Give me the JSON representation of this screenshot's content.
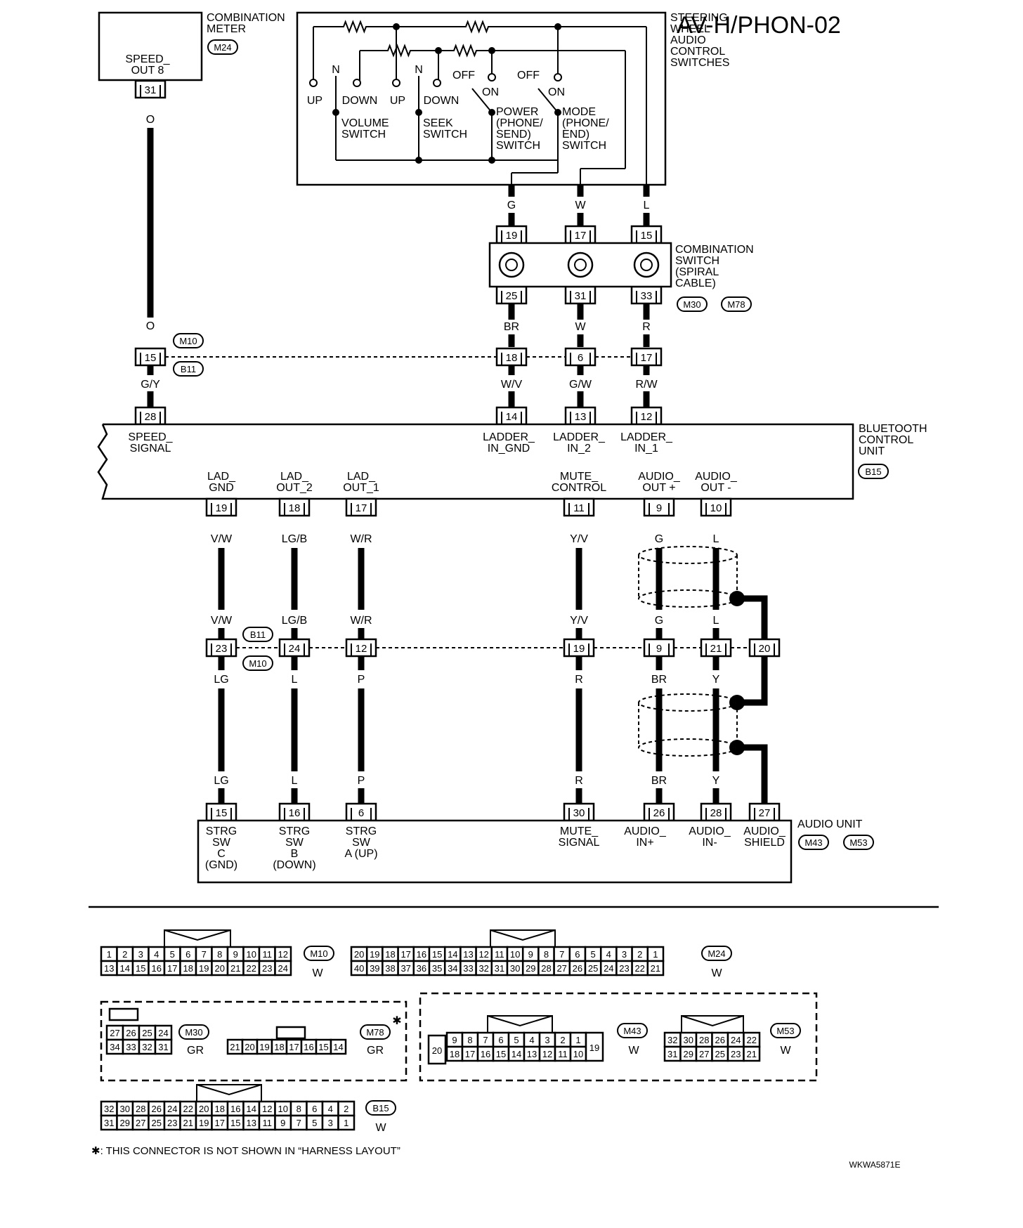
{
  "title": "AV-H/PHON-02",
  "footer_code": "WKWA5871E",
  "footnote": "✱: THIS CONNECTOR IS NOT SHOWN IN “HARNESS LAYOUT”",
  "components": {
    "combination_meter": {
      "name": "COMBINATION\nMETER",
      "connector": "M24",
      "terminal_name": "SPEED_\nOUT 8",
      "pin": "31",
      "wire_out": "O"
    },
    "steering_switches": {
      "name": "STEERING\nWHEEL\nAUDIO\nCONTROL\nSWITCHES",
      "volume": {
        "label": "VOLUME\nSWITCH",
        "pos_n": "N",
        "pos_up": "UP",
        "pos_down": "DOWN"
      },
      "seek": {
        "label": "SEEK\nSWITCH",
        "pos_n": "N",
        "pos_up": "UP",
        "pos_down": "DOWN"
      },
      "power": {
        "label": "POWER\n(PHONE/\nSEND)\nSWITCH",
        "off": "OFF",
        "on": "ON"
      },
      "mode": {
        "label": "MODE\n(PHONE/\nEND)\nSWITCH",
        "off": "OFF",
        "on": "ON"
      },
      "wires": [
        "G",
        "W",
        "L"
      ]
    },
    "spiral_cable": {
      "name": "COMBINATION\nSWITCH\n(SPIRAL\nCABLE)",
      "connectors": [
        "M30",
        "M78"
      ],
      "pins_top": [
        "19",
        "17",
        "15"
      ],
      "pins_bottom": [
        "25",
        "31",
        "33"
      ],
      "wires_below": [
        "BR",
        "W",
        "R"
      ]
    },
    "joint_upper": {
      "connectors": [
        "M10",
        "B11"
      ],
      "pins": [
        "15",
        "18",
        "6",
        "17"
      ],
      "wires_below": [
        "G/Y",
        "W/V",
        "G/W",
        "R/W"
      ],
      "wire_above_left": "O"
    },
    "bluetooth_unit": {
      "name": "BLUETOOTH\nCONTROL\nUNIT",
      "connector": "B15",
      "top_pins": [
        "28",
        "14",
        "13",
        "12"
      ],
      "top_terminals": [
        "SPEED_\nSIGNAL",
        "LADDER_\nIN_GND",
        "LADDER_\nIN_2",
        "LADDER_\nIN_1"
      ],
      "bottom_pins": [
        "19",
        "18",
        "17",
        "11",
        "9",
        "10"
      ],
      "bottom_terminals": [
        "LAD_\nGND",
        "LAD_\nOUT_2",
        "LAD_\nOUT_1",
        "MUTE_\nCONTROL",
        "AUDIO_\nOUT +",
        "AUDIO_\nOUT -"
      ],
      "wires_out": [
        "V/W",
        "LG/B",
        "W/R",
        "Y/V",
        "G",
        "L"
      ]
    },
    "joint_lower": {
      "connectors": [
        "B11",
        "M10"
      ],
      "pins": [
        "23",
        "24",
        "12",
        "19",
        "9",
        "21",
        "20"
      ],
      "wires_above": [
        "V/W",
        "LG/B",
        "W/R",
        "Y/V",
        "G",
        "L"
      ],
      "wires_below": [
        "LG",
        "L",
        "P",
        "R",
        "BR",
        "Y"
      ]
    },
    "audio_unit": {
      "name": "AUDIO UNIT",
      "connectors": [
        "M43",
        "M53"
      ],
      "pins": [
        "15",
        "16",
        "6",
        "30",
        "26",
        "28",
        "27"
      ],
      "wires_in": [
        "LG",
        "L",
        "P",
        "R",
        "BR",
        "Y"
      ],
      "terminals": [
        "STRG\nSW\nC\n(GND)",
        "STRG\nSW\nB\n(DOWN)",
        "STRG\nSW\nA (UP)",
        "MUTE_\nSIGNAL",
        "AUDIO_\nIN+",
        "AUDIO_\nIN-",
        "AUDIO_\nSHIELD"
      ]
    }
  },
  "connector_views": {
    "M10": {
      "id": "M10",
      "color": "W",
      "top": [
        "1",
        "2",
        "3",
        "4",
        "5",
        "6",
        "7",
        "8",
        "9",
        "10",
        "11",
        "12"
      ],
      "bottom": [
        "13",
        "14",
        "15",
        "16",
        "17",
        "18",
        "19",
        "20",
        "21",
        "22",
        "23",
        "24"
      ]
    },
    "M24": {
      "id": "M24",
      "color": "W",
      "top": [
        "20",
        "19",
        "18",
        "17",
        "16",
        "15",
        "14",
        "13",
        "12",
        "11",
        "10",
        "9",
        "8",
        "7",
        "6",
        "5",
        "4",
        "3",
        "2",
        "1"
      ],
      "bottom": [
        "40",
        "39",
        "38",
        "37",
        "36",
        "35",
        "34",
        "33",
        "32",
        "31",
        "30",
        "29",
        "28",
        "27",
        "26",
        "25",
        "24",
        "23",
        "22",
        "21"
      ]
    },
    "M30": {
      "id": "M30",
      "color": "GR",
      "top": [
        "27",
        "26",
        "25",
        "24"
      ],
      "bottom": [
        "34",
        "33",
        "32",
        "31"
      ]
    },
    "M78": {
      "id": "M78",
      "color": "GR",
      "cells": [
        "21",
        "20",
        "19",
        "18",
        "17",
        "16",
        "15",
        "14"
      ],
      "star": "✱"
    },
    "M43": {
      "id": "M43",
      "color": "W",
      "top": [
        "9",
        "8",
        "7",
        "6",
        "5",
        "4",
        "3",
        "2",
        "1"
      ],
      "bottom": [
        "18",
        "17",
        "16",
        "15",
        "14",
        "13",
        "12",
        "11",
        "10"
      ],
      "left": "20",
      "right": "19"
    },
    "M53": {
      "id": "M53",
      "color": "W",
      "top": [
        "32",
        "30",
        "28",
        "26",
        "24",
        "22"
      ],
      "bottom": [
        "31",
        "29",
        "27",
        "25",
        "23",
        "21"
      ]
    },
    "B15": {
      "id": "B15",
      "color": "W",
      "top": [
        "32",
        "30",
        "28",
        "26",
        "24",
        "22",
        "20",
        "18",
        "16",
        "14",
        "12",
        "10",
        "8",
        "6",
        "4",
        "2"
      ],
      "bottom": [
        "31",
        "29",
        "27",
        "25",
        "23",
        "21",
        "19",
        "17",
        "15",
        "13",
        "11",
        "9",
        "7",
        "5",
        "3",
        "1"
      ]
    }
  }
}
